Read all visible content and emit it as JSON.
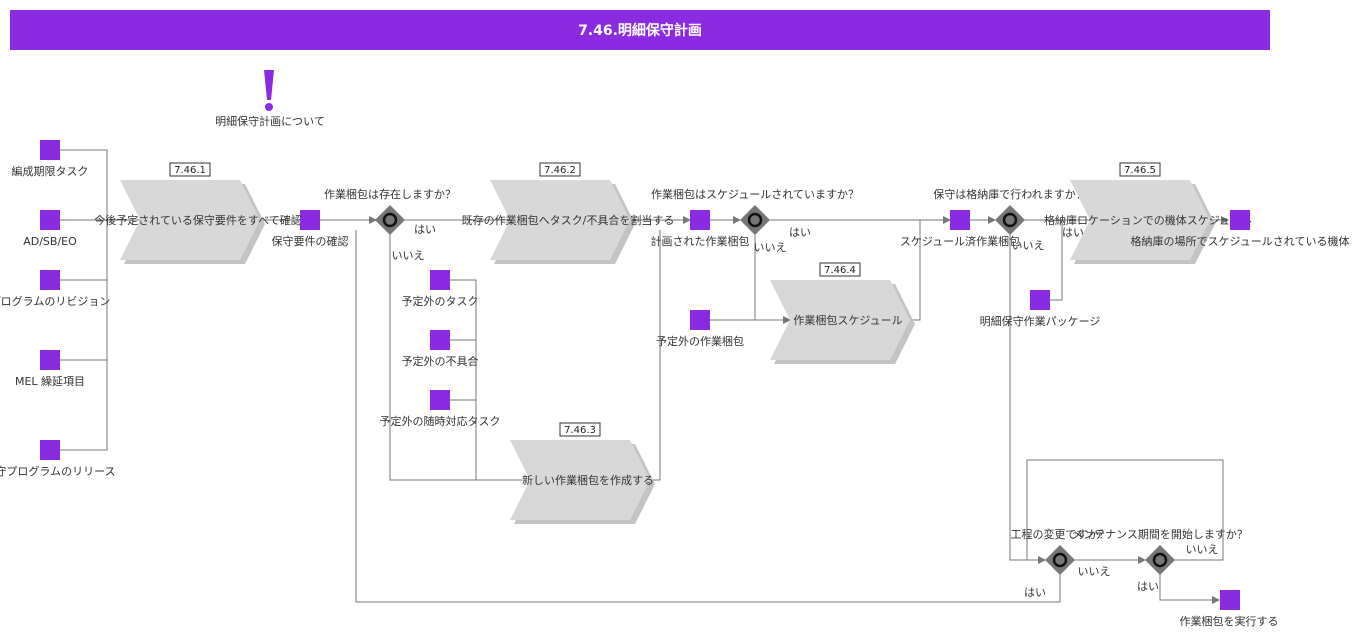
{
  "title": "7.46.明細保守計画",
  "note_label": "明細保守計画について",
  "inputs": [
    "編成期限タスク",
    "AD/SB/EO",
    "プログラムのリビジョン",
    "MEL 繰延項目",
    "保守プログラムのリリース"
  ],
  "processes": [
    {
      "id": "7.46.1",
      "label": "今後予定されている保守要件をすべて確認"
    },
    {
      "id": "7.46.2",
      "label": "既存の作業梱包へタスク/不具合を割当する"
    },
    {
      "id": "7.46.3",
      "label": "新しい作業梱包を作成する"
    },
    {
      "id": "7.46.4",
      "label": "作業梱包スケジュール"
    },
    {
      "id": "7.46.5",
      "label": "格納庫ロケーションでの機体スケジュール"
    }
  ],
  "artifacts": {
    "req_confirm": "保守要件の確認",
    "unplanned_task": "予定外のタスク",
    "unplanned_defect": "予定外の不具合",
    "unplanned_adhoc": "予定外の随時対応タスク",
    "planned_wp": "計画された作業梱包",
    "unplanned_wp": "予定外の作業梱包",
    "scheduled_wp": "スケジュール済作業梱包",
    "detail_pkg": "明細保守作業パッケージ",
    "aircraft_scheduled": "格納庫の場所でスケジュールされている機体",
    "execute_wp": "作業梱包を実行する"
  },
  "decisions": {
    "d1": "作業梱包は存在しますか？",
    "d2": "作業梱包はスケジュールされていますか？",
    "d3": "保守は格納庫で行われますか？",
    "d4": "工程の変更ですか？",
    "d5": "メンテナンス期間を開始しますか？"
  },
  "labels": {
    "yes": "はい",
    "no": "いいえ"
  },
  "colors": {
    "accent": "#8a2be2",
    "shape": "#d8d8d8",
    "line": "#777777"
  }
}
